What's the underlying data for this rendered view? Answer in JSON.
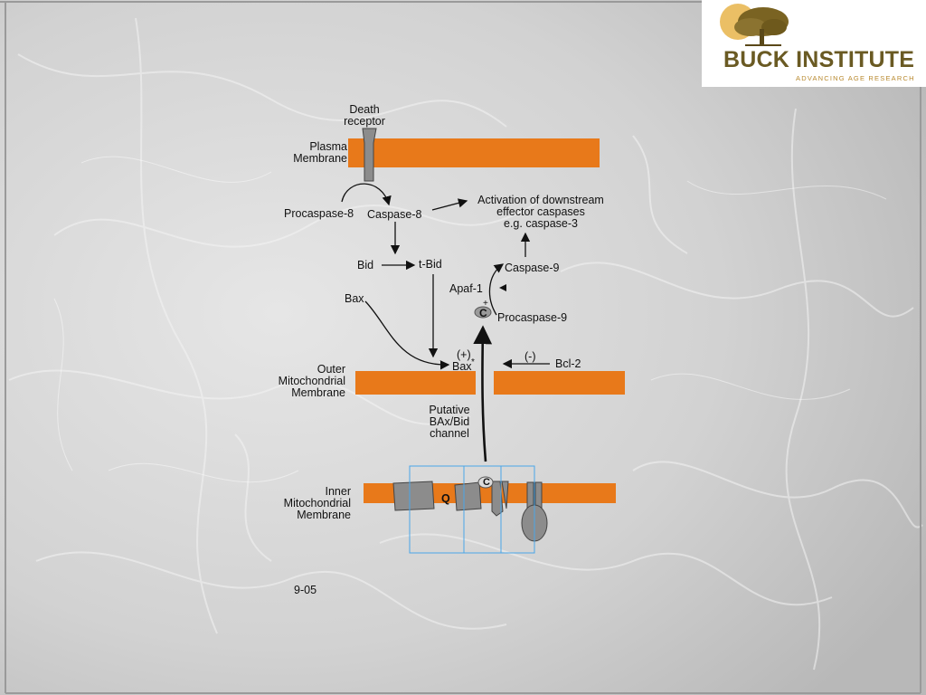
{
  "logo": {
    "name": "BUCK INSTITUTE",
    "tagline": "ADVANCING AGE RESEARCH"
  },
  "labels": {
    "death_receptor": [
      "Death",
      "receptor"
    ],
    "plasma_membrane": [
      "Plasma",
      "Membrane"
    ],
    "procaspase8": "Procaspase-8",
    "caspase8": "Caspase-8",
    "activation": [
      "Activation of downstream",
      "effector caspases",
      "e.g. caspase-3"
    ],
    "bid": "Bid",
    "tbid": "t-Bid",
    "caspase9": "Caspase-9",
    "apaf1": "Apaf-1",
    "bax": "Bax",
    "plus_small": "+",
    "cyt_c": "C",
    "procaspase9": "Procaspase-9",
    "plus": "(+)",
    "bax_star": "Bax",
    "star": "*",
    "minus": "(-)",
    "bcl2": "Bcl-2",
    "outer_membrane": [
      "Outer",
      "Mitochondrial",
      "Membrane"
    ],
    "channel": [
      "Putative",
      "BAx/Bid",
      "channel"
    ],
    "inner_membrane": [
      "Inner",
      "Mitochondrial",
      "Membrane"
    ],
    "q": "Q",
    "date": "9-05"
  },
  "colors": {
    "membrane": "#e8791a",
    "protein": "#8c8c8c",
    "box_outline": "#4aa6e8",
    "logo_text": "#6a5a23",
    "logo_tagline": "#b8892e"
  }
}
